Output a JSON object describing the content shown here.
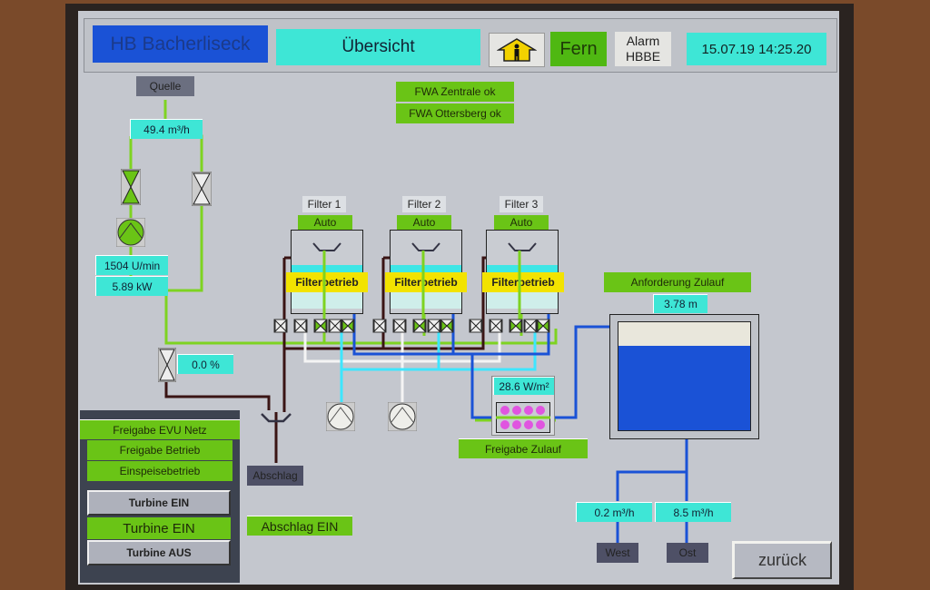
{
  "header": {
    "station_title": "HB Bacherliseck",
    "view_title": "Übersicht",
    "home_icon": "house-person-icon",
    "mode": "Fern",
    "alarm_line1": "Alarm",
    "alarm_line2": "HBBE",
    "datetime": "15.07.19 14:25.20"
  },
  "status": {
    "fwa_zentrale": "FWA Zentrale ok",
    "fwa_ottersberg": "FWA Ottersberg ok"
  },
  "source": {
    "label": "Quelle",
    "flow": "49.4 m³/h"
  },
  "turbine": {
    "speed": "1504 U/min",
    "power": "5.89 kW",
    "valve_position": "0.0 %"
  },
  "filters": [
    {
      "name": "Filter 1",
      "mode": "Auto",
      "state": "Filterbetrieb"
    },
    {
      "name": "Filter 2",
      "mode": "Auto",
      "state": "Filterbetrieb"
    },
    {
      "name": "Filter 3",
      "mode": "Auto",
      "state": "Filterbetrieb"
    }
  ],
  "uv": {
    "intensity": "28.6 W/m²",
    "release": "Freigabe Zulauf"
  },
  "reservoir": {
    "request_label": "Anforderung Zulauf",
    "level": "3.78 m",
    "fill_fraction": 0.78
  },
  "outlets": [
    {
      "flow": "0.2 m³/h",
      "label": "West"
    },
    {
      "flow": "8.5 m³/h",
      "label": "Ost"
    }
  ],
  "discharge": {
    "label": "Abschlag",
    "state": "Abschlag EIN"
  },
  "control_panel": {
    "freigabe_evu": "Freigabe EVU Netz",
    "freigabe_betrieb": "Freigabe Betrieb",
    "einspeise": "Einspeisebetrieb",
    "turbine_on_button": "Turbine EIN",
    "turbine_state": "Turbine EIN",
    "turbine_off_button": "Turbine AUS"
  },
  "nav": {
    "back": "zurück"
  },
  "colors": {
    "green": "#6ac416",
    "cyan": "#3ee6d6",
    "blue": "#1a52d6",
    "yellow": "#f2e300",
    "pipe_dark": "#3a1414"
  }
}
